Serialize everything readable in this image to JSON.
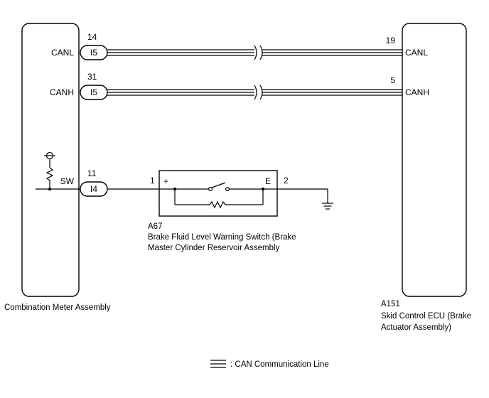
{
  "left_component": {
    "name": "Combination Meter Assembly",
    "pins": {
      "canl": {
        "pin": "14",
        "terminal": "CANL",
        "connector": "I5"
      },
      "canh": {
        "pin": "31",
        "terminal": "CANH",
        "connector": "I5"
      },
      "sw": {
        "pin": "11",
        "terminal": "SW",
        "connector": "I4"
      }
    }
  },
  "right_component": {
    "code": "A151",
    "name_line1": "Skid Control ECU (Brake",
    "name_line2": "Actuator Assembly)",
    "pins": {
      "canl": {
        "pin": "19",
        "terminal": "CANL"
      },
      "canh": {
        "pin": "5",
        "terminal": "CANH"
      }
    }
  },
  "switch": {
    "code": "A67",
    "name_line1": "Brake Fluid Level Warning Switch (Brake",
    "name_line2": "Master Cylinder Reservoir Assembly",
    "pin_left": "1",
    "pin_right": "2",
    "terminal_plus": "+",
    "terminal_e": "E"
  },
  "legend": {
    "label": ": CAN Communication Line"
  }
}
